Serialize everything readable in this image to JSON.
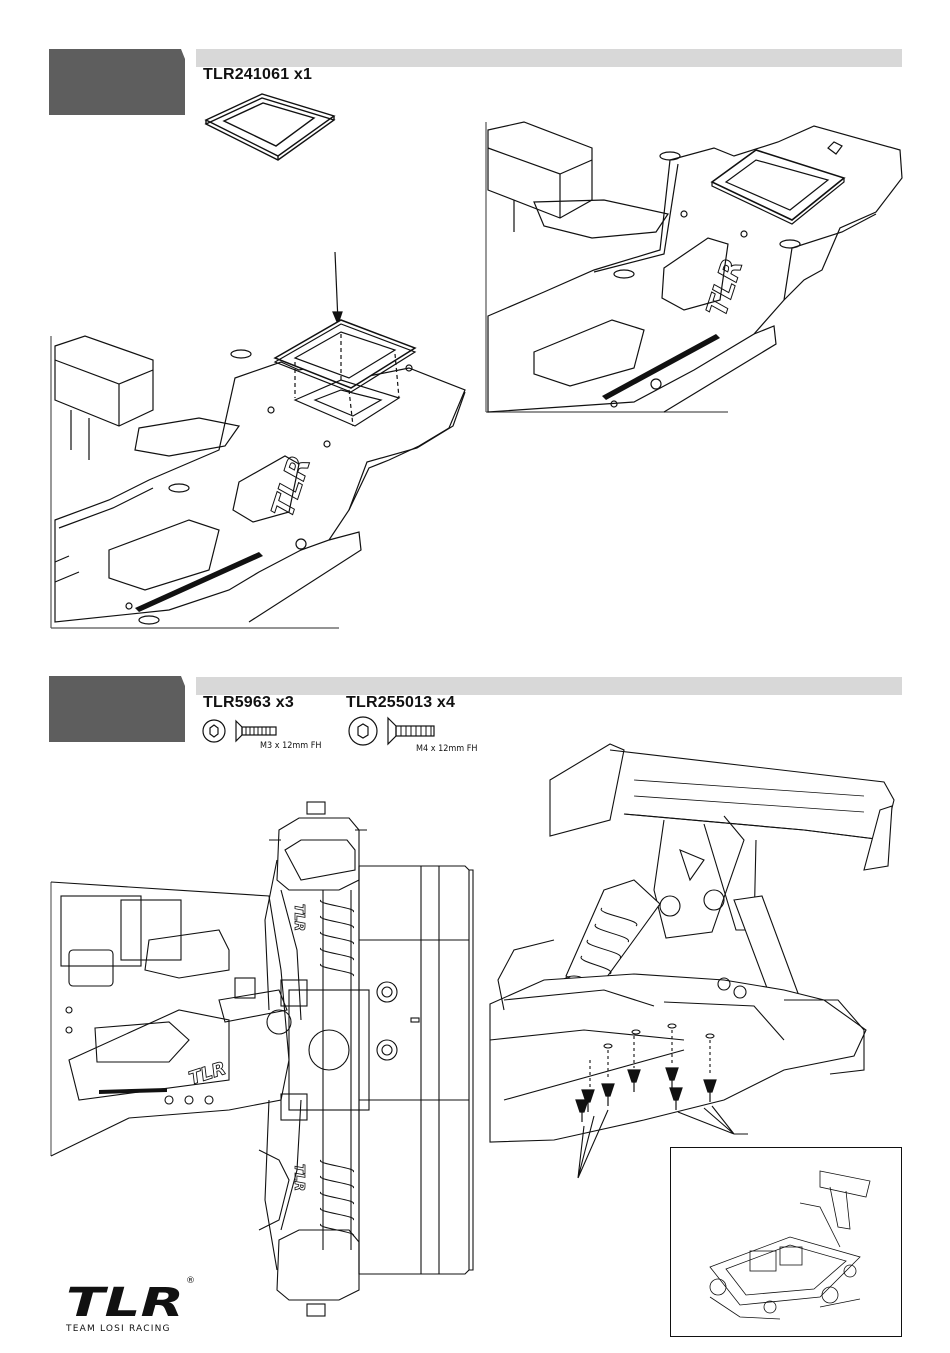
{
  "steps": [
    {
      "parts": [
        {
          "label": "TLR241061 x1"
        }
      ]
    },
    {
      "parts": [
        {
          "label": "TLR5963 x3",
          "spec": "M3 x 12mm FH"
        },
        {
          "label": "TLR255013 x4",
          "spec": "M4 x 12mm FH"
        }
      ]
    }
  ],
  "footer": {
    "logo_text": "TLR",
    "logo_sub": "TEAM LOSI RACING",
    "registered": "®"
  },
  "colors": {
    "tab": "#5e5e5e",
    "bar": "#d8d8d8",
    "ink": "#111111"
  }
}
